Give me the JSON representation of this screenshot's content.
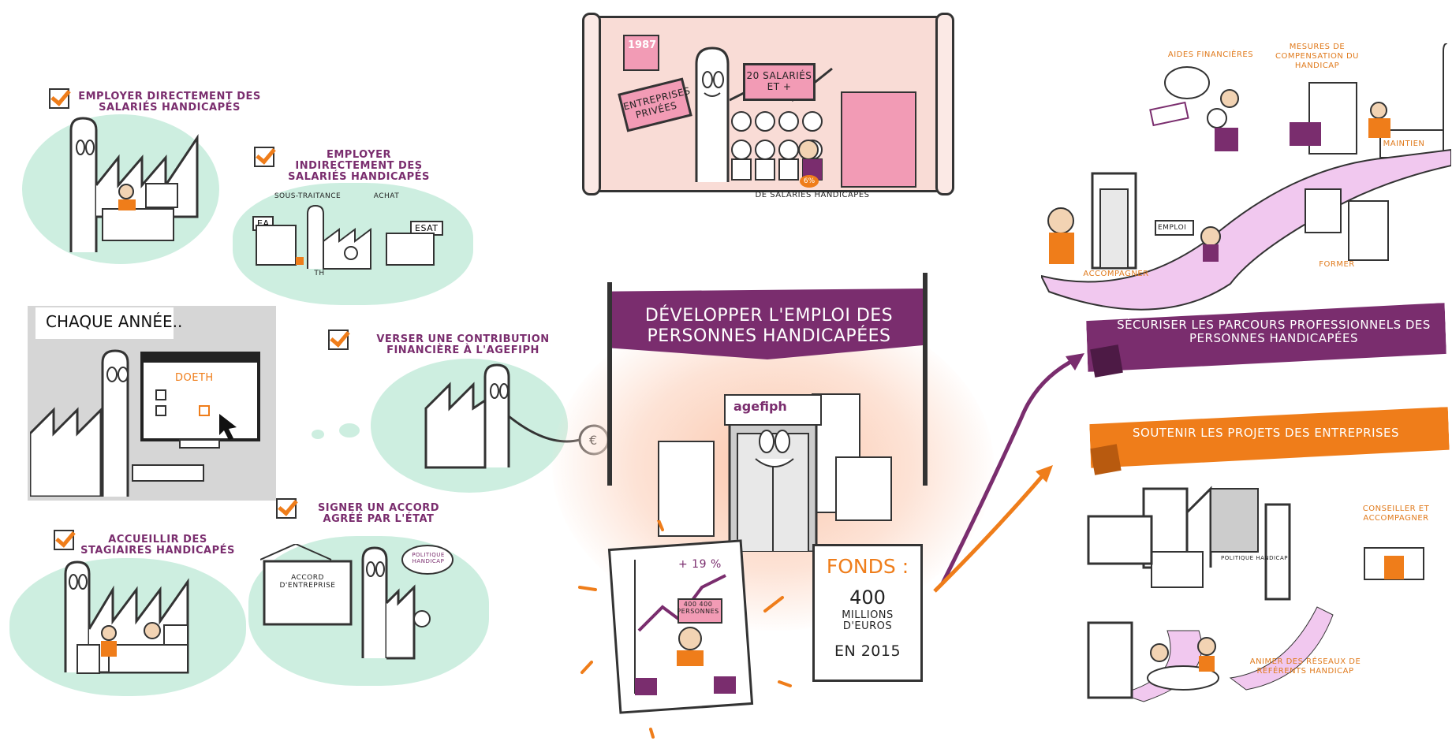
{
  "left": {
    "employ_direct": "EMPLOYER DIRECTEMENT DES SALARIÉS HANDICAPÉS",
    "employ_indirect": "EMPLOYER INDIRECTEMENT DES SALARIÉS HANDICAPÉS",
    "label_soustraitance": "SOUS-TRAITANCE",
    "label_achat": "ACHAT",
    "label_ea": "EA",
    "label_esat": "ESAT",
    "label_th": "TH",
    "chaque_annee": "CHAQUE ANNÉE..",
    "doeth": "DOETH",
    "verser": "VERSER UNE CONTRIBUTION FINANCIÈRE À L'AGEFIPH",
    "signer": "SIGNER UN ACCORD AGRÉÉ PAR L'ÉTAT",
    "accord": "ACCORD D'ENTREPRISE",
    "politique": "POLITIQUE HANDICAP",
    "accueillir": "ACCUEILLIR DES STAGIAIRES HANDICAPÉS"
  },
  "center": {
    "year": "1987",
    "entreprises": "ENTREPRISES PRIVÉES",
    "salaries": "20 SALARIÉS ET +",
    "percent": "6%",
    "de_salaries": "DE SALARIÉS HANDICAPÉS",
    "banner": "DÉVELOPPER L'EMPLOI DES PERSONNES HANDICAPÉES",
    "brand": "agefiph",
    "growth": "+ 19 %",
    "growth_figure": "400 400 PERSONNES",
    "fonds_title": "FONDS :",
    "fonds_amount": "400",
    "fonds_unit": "MILLIONS D'EUROS",
    "fonds_year": "EN 2015"
  },
  "right": {
    "aides": "AIDES FINANCIÈRES",
    "mesures": "MESURES DE COMPENSATION DU HANDICAP",
    "maintien": "MAINTIEN",
    "emploi": "EMPLOI",
    "accompagner": "ACCOMPAGNER",
    "former": "FORMER",
    "securiser": "SÉCURISER LES PARCOURS PROFESSIONNELS DES PERSONNES HANDICAPÉES",
    "soutenir": "SOUTENIR LES PROJETS DES ENTREPRISES",
    "conseiller": "CONSEILLER ET ACCOMPAGNER",
    "politique_handicap": "POLITIQUE HANDICAP",
    "animer": "ANIMER DES RÉSEAUX DE RÉFÉRENTS HANDICAP"
  },
  "colors": {
    "purple": "#7a2d6e",
    "orange": "#ef7d1a",
    "mint": "#cdeee0",
    "pink": "#f9dcd6"
  }
}
